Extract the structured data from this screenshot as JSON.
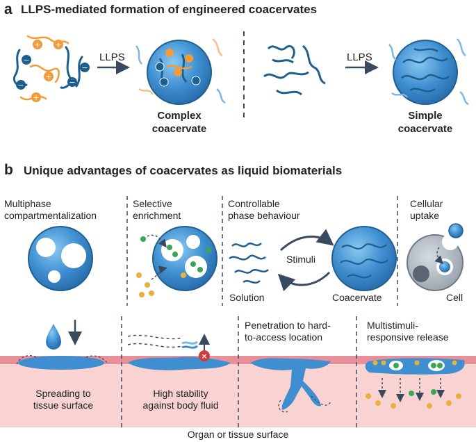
{
  "panel_a": {
    "letter": "a",
    "title": "LLPS-mediated formation of engineered coacervates",
    "arrow_label_left": "LLPS",
    "arrow_label_right": "LLPS",
    "complex_label_1": "Complex",
    "complex_label_2": "coacervate",
    "simple_label_1": "Simple",
    "simple_label_2": "coacervate"
  },
  "panel_b": {
    "letter": "b",
    "title": "Unique advantages of coacervates as liquid biomaterials",
    "col1_1": "Multiphase",
    "col1_2": "compartmentalization",
    "col2_1": "Selective",
    "col2_2": "enrichment",
    "col3_1": "Controllable",
    "col3_2": "phase behaviour",
    "col4_1": "Cellular",
    "col4_2": "uptake",
    "stimuli": "Stimuli",
    "solution": "Solution",
    "coacervate": "Coacervate",
    "cell": "Cell",
    "bottom1_1": "Spreading to",
    "bottom1_2": "tissue surface",
    "bottom2_1": "High stability",
    "bottom2_2": "against body fluid",
    "bottom3_1": "Penetration to hard-",
    "bottom3_2": "to-access location",
    "bottom4_1": "Multistimuli-",
    "bottom4_2": "responsive release",
    "organ_label": "Organ or tissue surface"
  },
  "colors": {
    "blue": "#3f8fd0",
    "dark_blue": "#1f5f8f",
    "orange": "#f39a3b",
    "tissue_top": "#e7909a",
    "tissue": "#f9d2d2",
    "gray": "#8a96a3"
  }
}
